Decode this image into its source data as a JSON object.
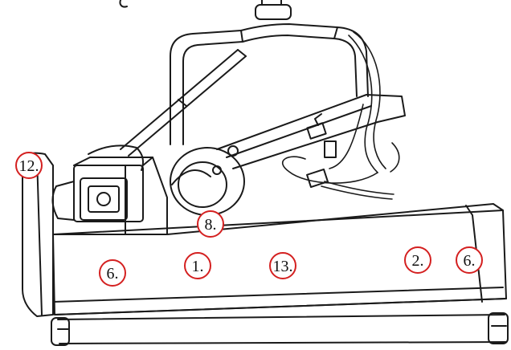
{
  "diagram": {
    "line_color": "#1a1a1a",
    "callout_color": "#d42020",
    "callouts": [
      {
        "id": "c12",
        "label": "12."
      },
      {
        "id": "c8",
        "label": "8."
      },
      {
        "id": "c6a",
        "label": "6."
      },
      {
        "id": "c1",
        "label": "1."
      },
      {
        "id": "c13",
        "label": "13."
      },
      {
        "id": "c2",
        "label": "2."
      },
      {
        "id": "c6b",
        "label": "6."
      }
    ]
  }
}
